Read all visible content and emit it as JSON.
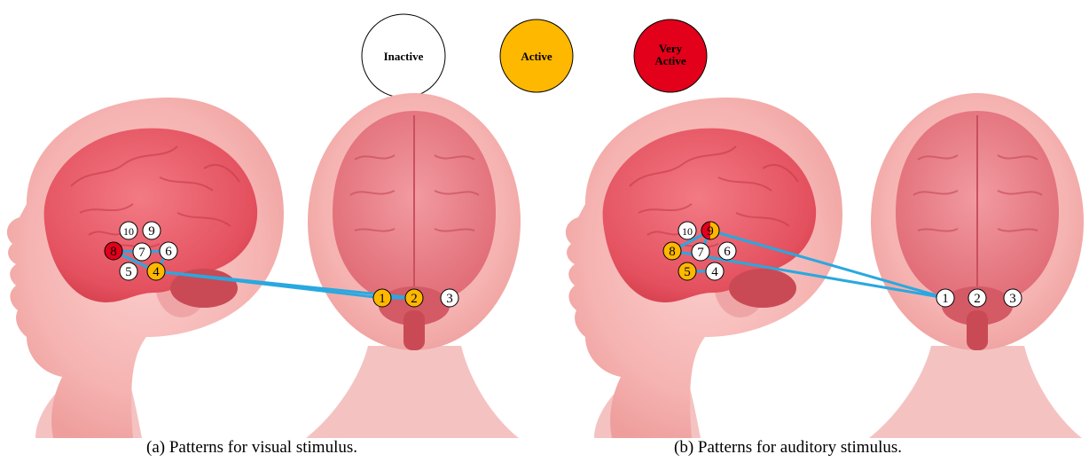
{
  "legend": [
    {
      "label": "Inactive",
      "lines": [
        "Inactive"
      ],
      "color": "#ffffff"
    },
    {
      "label": "Active",
      "lines": [
        "Active"
      ],
      "color": "#ffb800"
    },
    {
      "label": "Very Active",
      "lines": [
        "Very",
        "Active"
      ],
      "color": "#e2001a"
    }
  ],
  "connection_color": "#29a8e0",
  "panels": [
    {
      "caption": "(a) Patterns for visual stimulus.",
      "side_nodes": [
        {
          "label": "10",
          "state": "inactive"
        },
        {
          "label": "9",
          "state": "inactive"
        },
        {
          "label": "8",
          "state": "very-active"
        },
        {
          "label": "7",
          "state": "inactive"
        },
        {
          "label": "6",
          "state": "inactive"
        },
        {
          "label": "5",
          "state": "inactive"
        },
        {
          "label": "4",
          "state": "active"
        }
      ],
      "back_nodes": [
        {
          "label": "1",
          "state": "active"
        },
        {
          "label": "2",
          "state": "active"
        },
        {
          "label": "3",
          "state": "inactive"
        }
      ]
    },
    {
      "caption": "(b) Patterns for auditory stimulus.",
      "side_nodes": [
        {
          "label": "10",
          "state": "inactive"
        },
        {
          "label": "9",
          "state": "mixed"
        },
        {
          "label": "8",
          "state": "active"
        },
        {
          "label": "7",
          "state": "inactive"
        },
        {
          "label": "6",
          "state": "inactive"
        },
        {
          "label": "5",
          "state": "active"
        },
        {
          "label": "4",
          "state": "inactive"
        }
      ],
      "back_nodes": [
        {
          "label": "1",
          "state": "inactive"
        },
        {
          "label": "2",
          "state": "inactive"
        },
        {
          "label": "3",
          "state": "inactive"
        }
      ]
    }
  ]
}
